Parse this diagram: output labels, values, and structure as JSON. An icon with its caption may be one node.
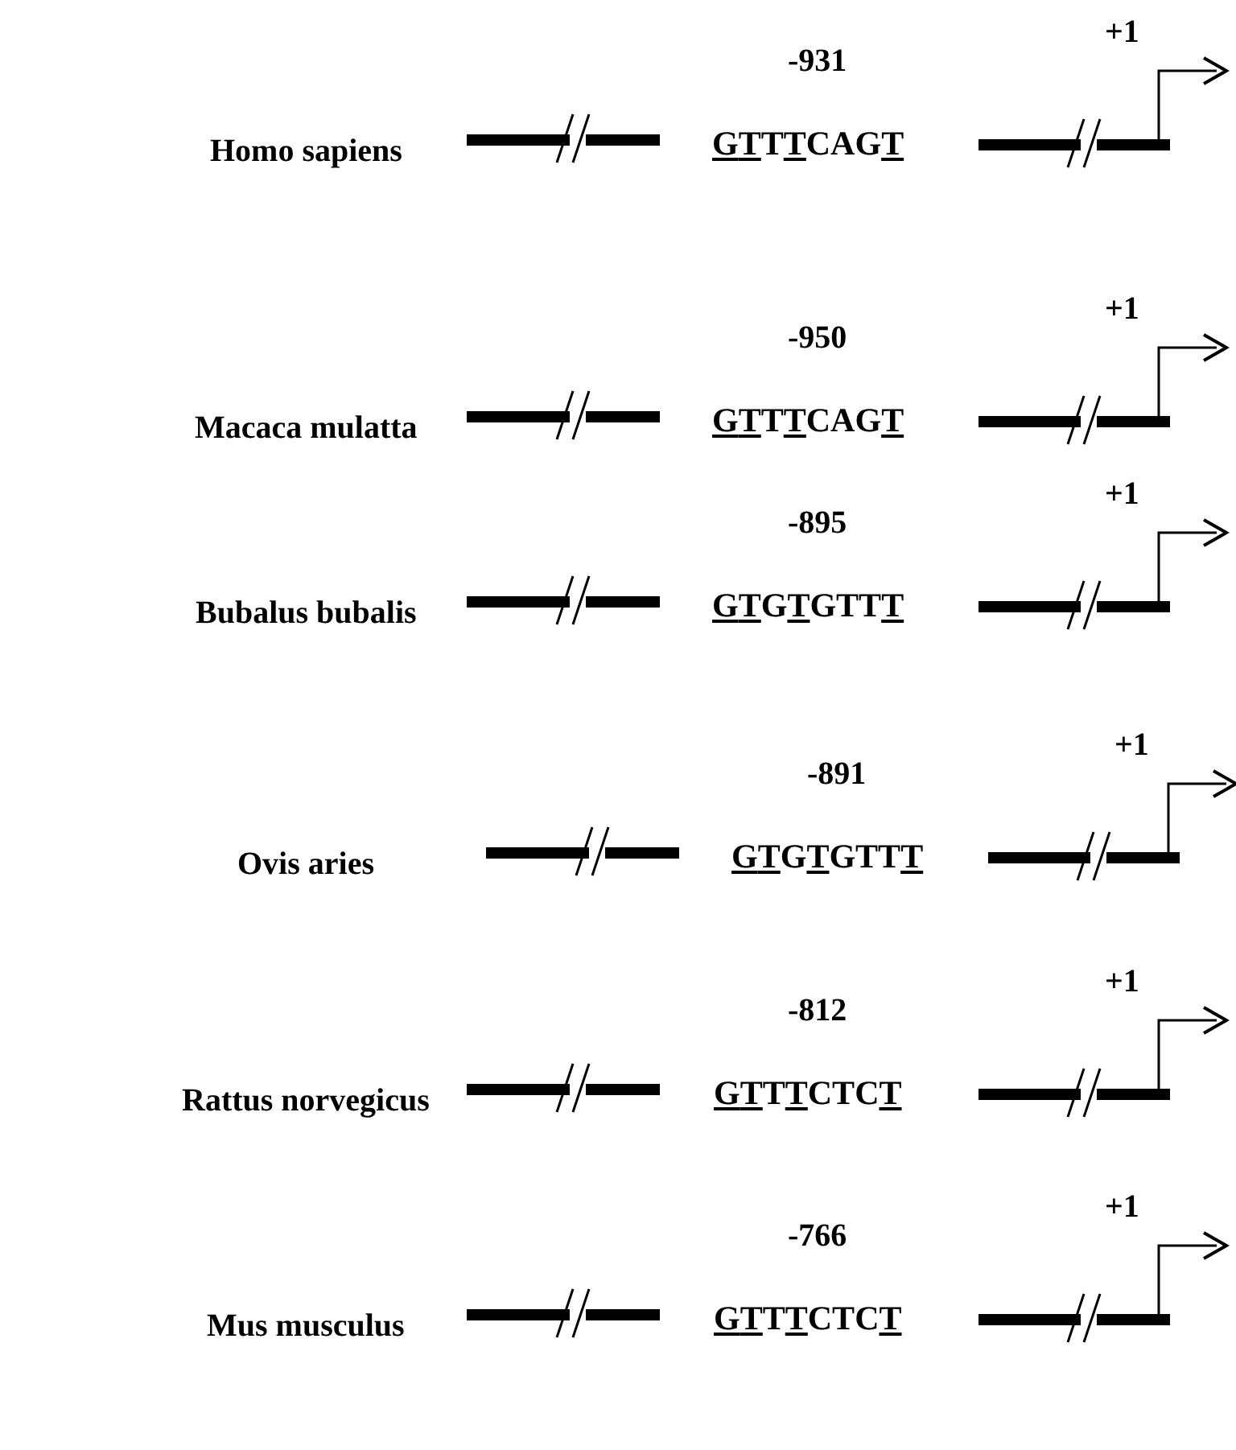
{
  "diagram": {
    "labels": [
      "-931",
      "+1",
      "Homo sapiens",
      "GTTTCAGT",
      "-950",
      "+1",
      "Macaca mulatta",
      "GTTTCAGT",
      "-895",
      "+1",
      "Bubalus bubalis",
      "GTGTGTTT",
      "-891",
      "+1",
      "Ovis aries",
      "GTGTGTTT",
      "-812",
      "+1",
      "Rattus norvegicus",
      "GTTTCTCT",
      "-766",
      "+1",
      "Mus musculus",
      "GTTTCTCT"
    ]
  }
}
